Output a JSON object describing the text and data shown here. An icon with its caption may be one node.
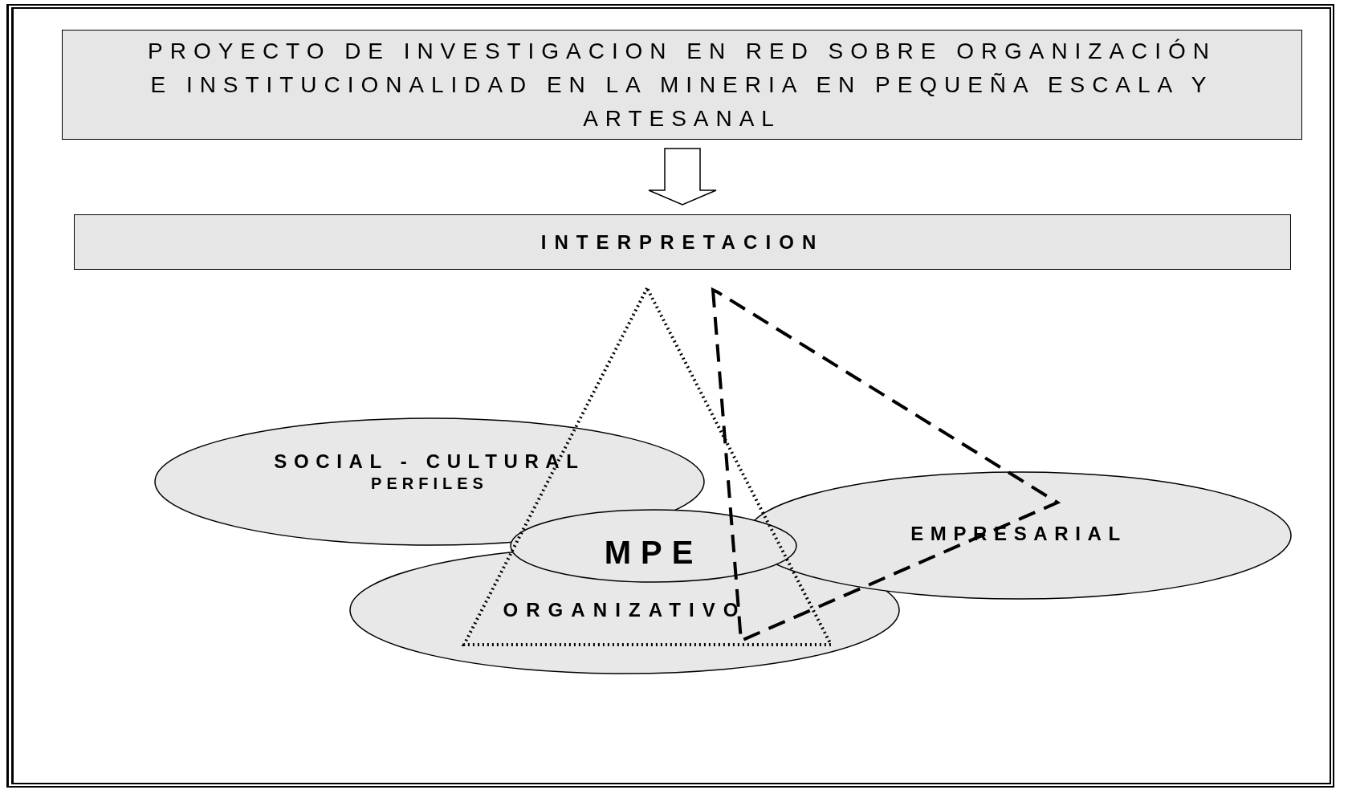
{
  "diagram": {
    "nodes": [
      {
        "text": [
          "PROYECTO DE INVESTIGACION EN RED SOBRE ORGANIZACIÓN E INSTITUCIONALIDAD EN LA MINERIA EN PEQUEÑA ESCALA Y ARTESANAL"
        ]
      },
      {
        "text": [
          "INTERPRETACION"
        ]
      },
      {
        "text": [
          "SOCIAL - CULTURAL",
          "PERFILES"
        ]
      },
      {
        "text": [
          "EMPRESARIAL"
        ]
      },
      {
        "text": [
          "MPE"
        ]
      },
      {
        "text": [
          "ORGANIZATIVO"
        ]
      }
    ],
    "edges": [
      {
        "from": 0,
        "to": 1,
        "arrow": "to"
      }
    ]
  }
}
